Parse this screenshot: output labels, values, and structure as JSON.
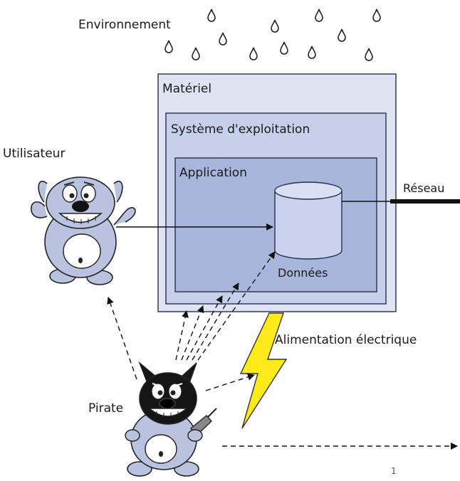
{
  "labels": {
    "environment": "Environnement",
    "hardware": "Matériel",
    "os": "Système d'exploitation",
    "application": "Application",
    "data": "Données",
    "network": "Réseau",
    "user": "Utilisateur",
    "pirate": "Pirate",
    "power": "Alimentation électrique",
    "page_number": "1"
  },
  "colors": {
    "hardware_fill": "#dfe3f2",
    "os_fill": "#c7d0ea",
    "app_fill": "#a9b6dc",
    "cylinder_fill": "#c9d3ee",
    "lightning": "#ffeb1a",
    "creature_body": "#b9c3e0",
    "pirate_head": "#151515"
  },
  "icons": {
    "rain": "raindrop-icon",
    "lightning": "lightning-icon",
    "database": "database-icon"
  }
}
